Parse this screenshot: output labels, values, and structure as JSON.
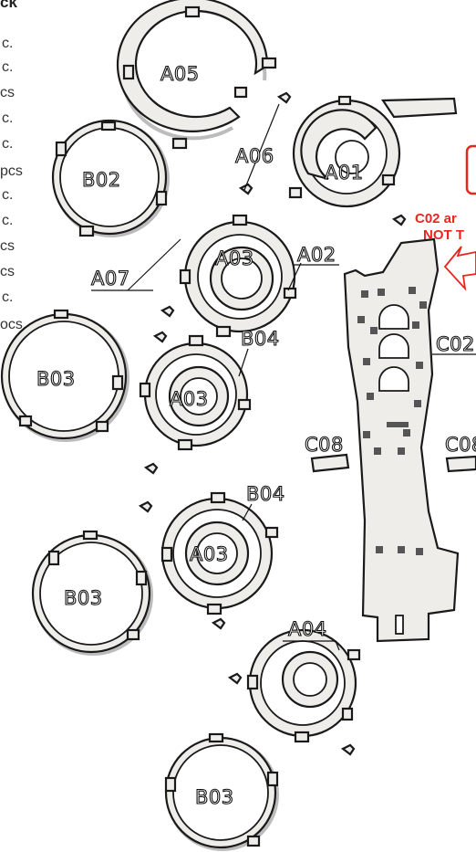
{
  "header_fragment": "ck",
  "qty_list": [
    "c.",
    "c.",
    "cs",
    "c.",
    "c.",
    "pcs",
    "c.",
    "c.",
    "cs",
    "cs",
    "c.",
    "ocs"
  ],
  "labels": {
    "a05": "A05",
    "a06": "A06",
    "a01": "A01",
    "b02": "B02",
    "a07": "A07",
    "a03_top": "A03",
    "a02": "A02",
    "c02": "C02",
    "b04_top": "B04",
    "b03_left": "B03",
    "a03_mid": "A03",
    "c08_left": "C08",
    "c08_right": "C08",
    "b04_mid": "B04",
    "a03_low": "A03",
    "b03_mid": "B03",
    "a04": "A04",
    "b03_bottom": "B03"
  },
  "warning": {
    "line1": "C02 ar",
    "line2": "NOT T",
    "color": "#e8251f"
  }
}
